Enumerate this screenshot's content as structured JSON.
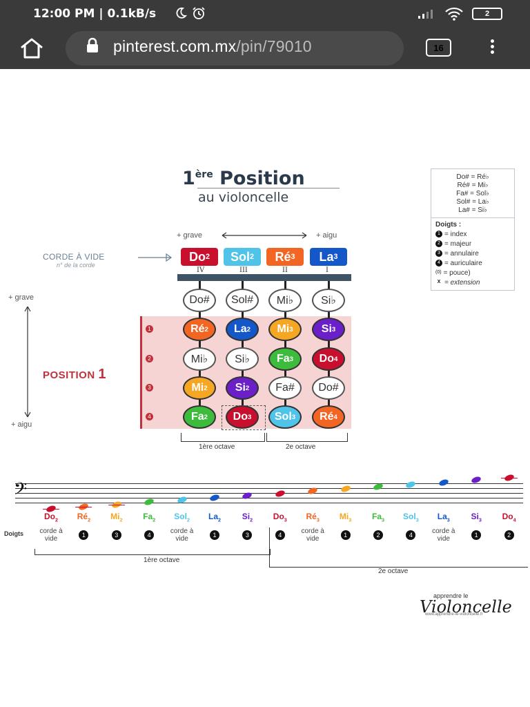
{
  "status_bar": {
    "time": "12:00 PM | 0.1kB/s",
    "battery": "2",
    "icons": [
      "moon-icon",
      "alarm-icon",
      "signal-icon",
      "wifi-icon",
      "battery-icon"
    ]
  },
  "browser": {
    "url_domain": "pinterest.com.mx",
    "url_path": "/pin/79010",
    "tab_count": "16"
  },
  "pin": {
    "title_main": "1",
    "title_sup": "ère",
    "title_rest": " Position",
    "subtitle": "au violoncelle",
    "legend_equivalents": [
      "Do# = Ré♭",
      "Ré# = Mi♭",
      "Fa# = Sol♭",
      "Sol# = La♭",
      "La# = Si♭"
    ],
    "legend_doigts_title": "Doigts :",
    "legend_doigts": [
      {
        "sym": "1",
        "text": "= index"
      },
      {
        "sym": "2",
        "text": "= majeur"
      },
      {
        "sym": "3",
        "text": "= annulaire"
      },
      {
        "sym": "4",
        "text": "= auriculaire"
      },
      {
        "sym": "(0)",
        "text": "= pouce)"
      },
      {
        "sym": "X",
        "text": "= extension"
      }
    ],
    "grave_top": "+ grave",
    "aigu_top": "+ aigu",
    "grave_left": "+ grave",
    "aigu_left": "+ aigu",
    "corde_label": "CORDE À VIDE",
    "corde_sub": "n° de la corde",
    "open_strings": [
      {
        "name": "Do",
        "sub": "2",
        "roman": "IV",
        "color": "#c8102e"
      },
      {
        "name": "Sol",
        "sub": "2",
        "roman": "III",
        "color": "#4fc3e8"
      },
      {
        "name": "Ré",
        "sub": "3",
        "roman": "II",
        "color": "#f26522"
      },
      {
        "name": "La",
        "sub": "3",
        "roman": "I",
        "color": "#1357c8"
      }
    ],
    "sharp_row": [
      "Do#",
      "Sol#",
      "Mi♭",
      "Si♭"
    ],
    "position_label": "POSITION",
    "position_number": "1",
    "finger_numbers": [
      "1",
      "2",
      "3",
      "4"
    ],
    "grid": [
      [
        {
          "n": "Ré",
          "s": "2",
          "c": "#f26522"
        },
        {
          "n": "La",
          "s": "2",
          "c": "#1357c8"
        },
        {
          "n": "Mi",
          "s": "3",
          "c": "#f5a623"
        },
        {
          "n": "Si",
          "s": "3",
          "c": "#6a1fc8"
        }
      ],
      [
        {
          "n": "Mi♭",
          "s": "",
          "c": "white"
        },
        {
          "n": "Si♭",
          "s": "",
          "c": "white"
        },
        {
          "n": "Fa",
          "s": "3",
          "c": "#3dbb3d"
        },
        {
          "n": "Do",
          "s": "4",
          "c": "#c8102e"
        }
      ],
      [
        {
          "n": "Mi",
          "s": "2",
          "c": "#f5a623"
        },
        {
          "n": "Si",
          "s": "2",
          "c": "#6a1fc8"
        },
        {
          "n": "Fa#",
          "s": "",
          "c": "white"
        },
        {
          "n": "Do#",
          "s": "",
          "c": "white"
        }
      ],
      [
        {
          "n": "Fa",
          "s": "2",
          "c": "#3dbb3d"
        },
        {
          "n": "Do",
          "s": "3",
          "c": "#c8102e"
        },
        {
          "n": "Sol",
          "s": "3",
          "c": "#4fc3e8"
        },
        {
          "n": "Ré",
          "s": "4",
          "c": "#f26522"
        }
      ]
    ],
    "octave1_label": "1ère octave",
    "octave2_label": "2e octave",
    "doigts_label": "Doigts",
    "staff_notes": [
      {
        "name": "Do",
        "sub": "2",
        "color": "#c8102e",
        "fingering": "corde à vide"
      },
      {
        "name": "Ré",
        "sub": "2",
        "color": "#f26522",
        "fingering": "1"
      },
      {
        "name": "Mi",
        "sub": "2",
        "color": "#f5a623",
        "fingering": "3"
      },
      {
        "name": "Fa",
        "sub": "2",
        "color": "#3dbb3d",
        "fingering": "4"
      },
      {
        "name": "Sol",
        "sub": "2",
        "color": "#4fc3e8",
        "fingering": "corde à vide"
      },
      {
        "name": "La",
        "sub": "2",
        "color": "#1357c8",
        "fingering": "1"
      },
      {
        "name": "Si",
        "sub": "2",
        "color": "#6a1fc8",
        "fingering": "3"
      },
      {
        "name": "Do",
        "sub": "3",
        "color": "#c8102e",
        "fingering": "4"
      },
      {
        "name": "Ré",
        "sub": "3",
        "color": "#f26522",
        "fingering": "corde à vide"
      },
      {
        "name": "Mi",
        "sub": "3",
        "color": "#f5a623",
        "fingering": "1"
      },
      {
        "name": "Fa",
        "sub": "3",
        "color": "#3dbb3d",
        "fingering": "2"
      },
      {
        "name": "Sol",
        "sub": "3",
        "color": "#4fc3e8",
        "fingering": "4"
      },
      {
        "name": "La",
        "sub": "3",
        "color": "#1357c8",
        "fingering": "corde à vide"
      },
      {
        "name": "Si",
        "sub": "3",
        "color": "#6a1fc8",
        "fingering": "1"
      },
      {
        "name": "Do",
        "sub": "4",
        "color": "#c8102e",
        "fingering": "2"
      }
    ],
    "octave1_bottom": "1ère octave",
    "octave2_bottom": "2e octave",
    "logo_small": "apprendre le",
    "logo_big": "Violoncelle",
    "logo_url": "www.apprendre-le-violoncelle.fr"
  }
}
